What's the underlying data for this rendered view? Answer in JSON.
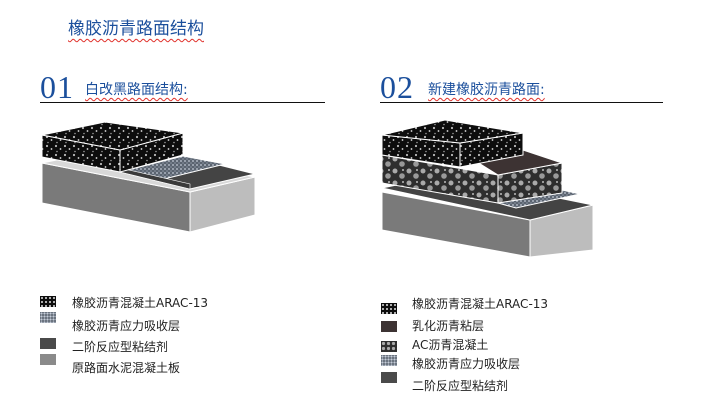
{
  "title": "橡胶沥青路面结构",
  "sections": [
    {
      "number": "01",
      "heading": "白改黑路面结构:",
      "legend": [
        {
          "label": "橡胶沥青混凝土ARAC-13",
          "swatch": "arac"
        },
        {
          "label": "橡胶沥青应力吸收层",
          "swatch": "gravel"
        },
        {
          "label": "二阶反应型粘结剂",
          "swatch": "dark"
        },
        {
          "label": "原路面水泥混凝土板",
          "swatch": "gray"
        }
      ]
    },
    {
      "number": "02",
      "heading": "新建橡胶沥青路面:",
      "legend": [
        {
          "label": "橡胶沥青混凝土ARAC-13",
          "swatch": "arac"
        },
        {
          "label": "乳化沥青粘层",
          "swatch": "brown"
        },
        {
          "label": "AC沥青混凝土",
          "swatch": "ac"
        },
        {
          "label": "橡胶沥青应力吸收层",
          "swatch": "gravel"
        },
        {
          "label": "二阶反应型粘结剂",
          "swatch": "dark"
        }
      ]
    }
  ],
  "colors": {
    "accent": "#1b4f9c",
    "dark": "#4a4a4a",
    "gray": "#8a8a8a",
    "brown": "#3d3333"
  }
}
